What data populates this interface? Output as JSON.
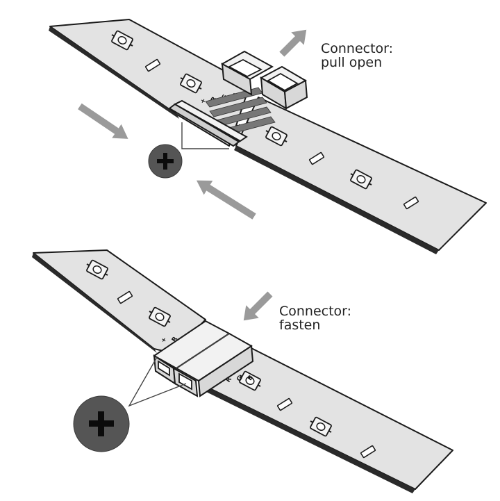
{
  "top_panel": {
    "callout_line1": "Connector:",
    "callout_line2": "pull open",
    "polarity_symbol": "+",
    "pin_labels": [
      "+",
      "R",
      "G",
      "B"
    ]
  },
  "bottom_panel": {
    "callout_line1": "Connector:",
    "callout_line2": "fasten",
    "polarity_symbol": "+",
    "pin_labels": [
      "+",
      "R",
      "G",
      "B"
    ]
  },
  "colors": {
    "strip_fill": "#e3e3e3",
    "arrow_gray": "#9a9a9a",
    "polarity_circle": "#555555"
  }
}
